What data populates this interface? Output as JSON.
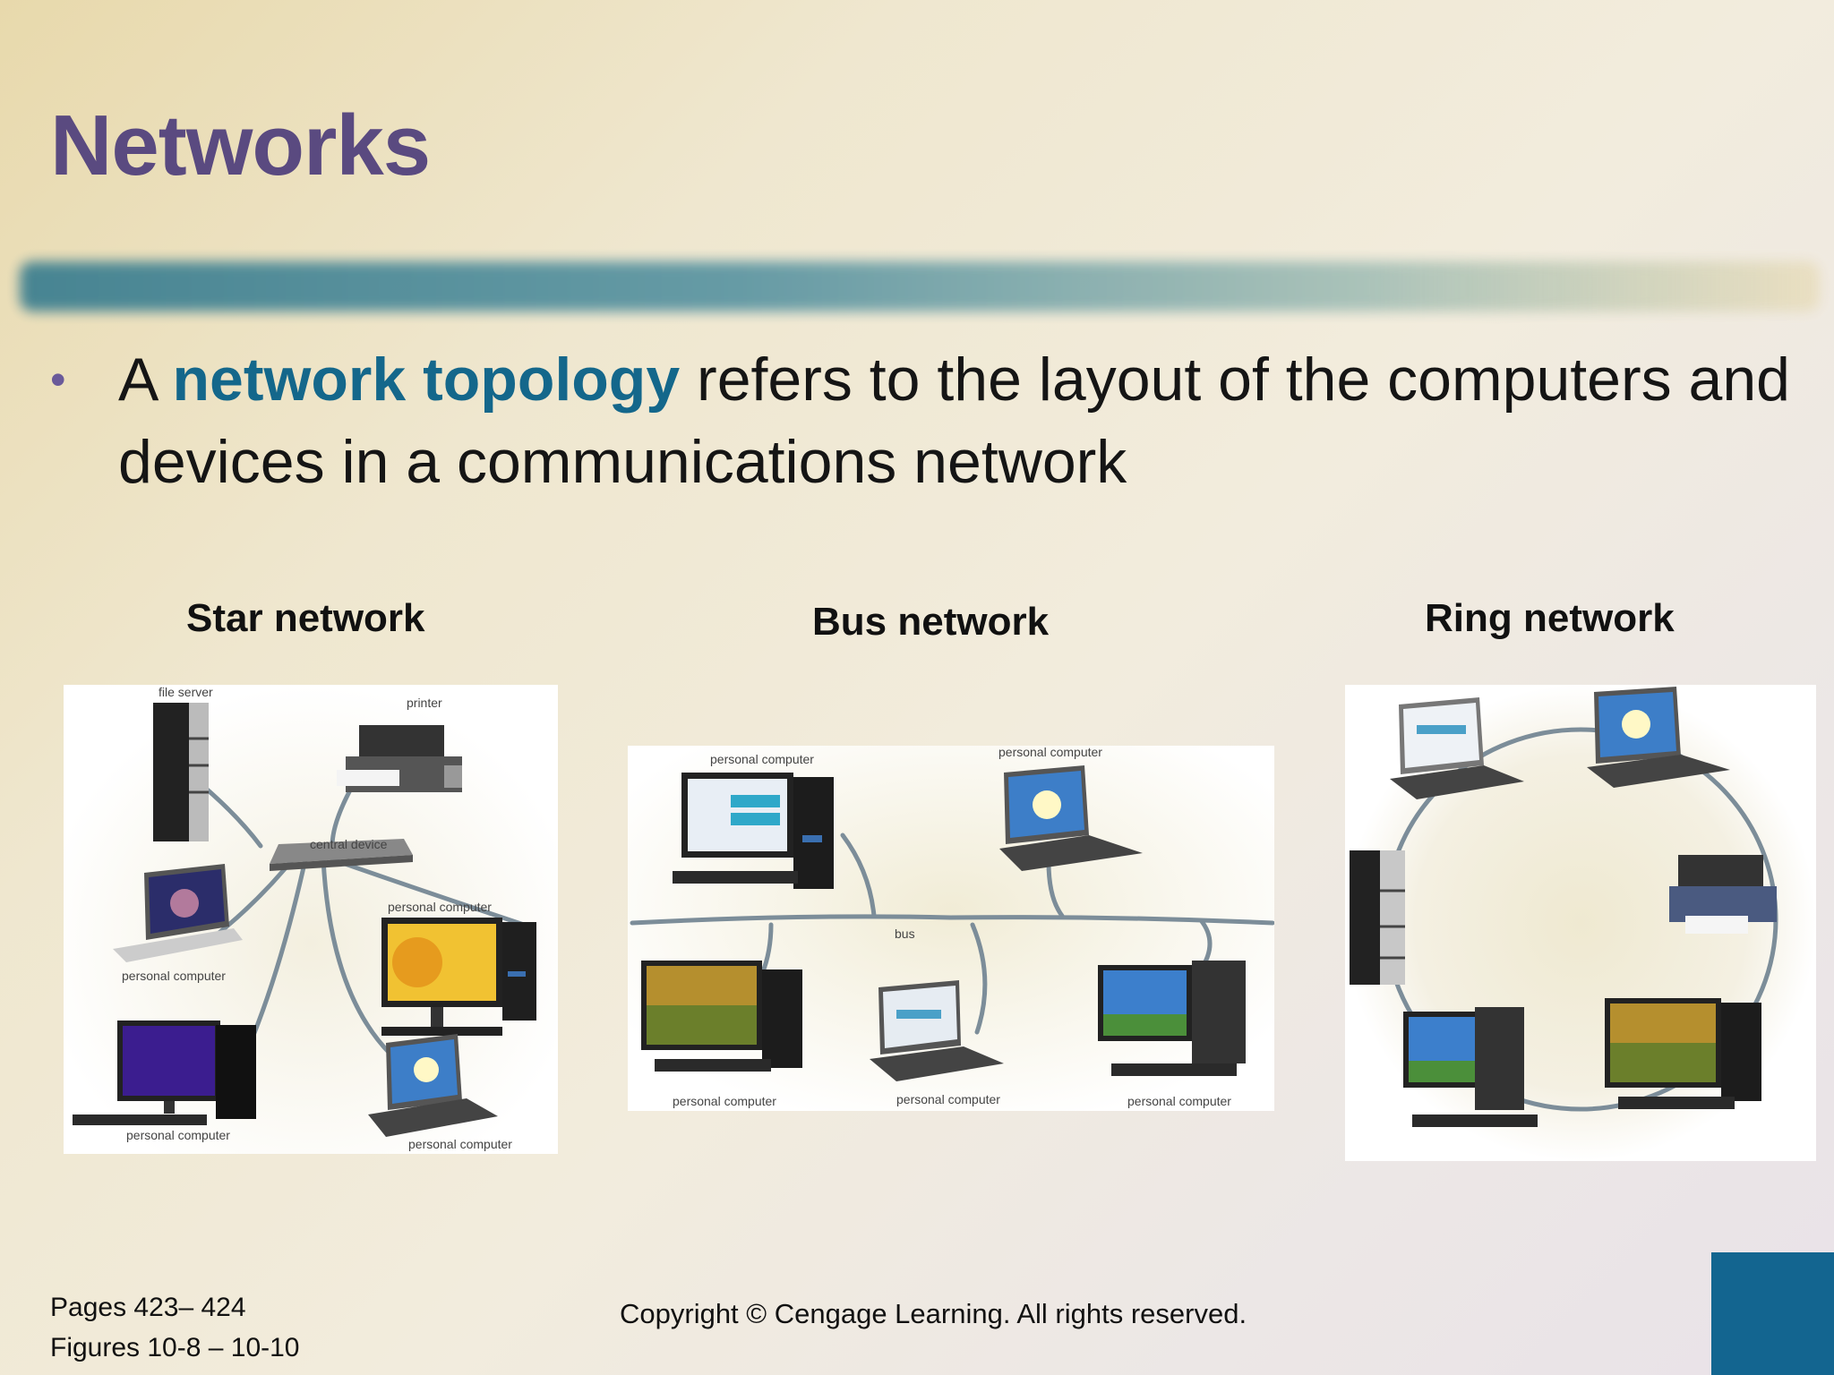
{
  "slide": {
    "title": "Networks",
    "bullet": {
      "prefix": "A ",
      "keyword": "network topology",
      "suffix": " refers to the layout of the computers and devices in a communications network"
    },
    "diagrams": {
      "star": {
        "heading": "Star network",
        "labels": {
          "file_server": "file server",
          "printer": "printer",
          "central": "central device",
          "pc_left": "personal computer",
          "pc_right": "personal computer",
          "pc_bottom_left": "personal computer",
          "pc_bottom_right": "personal computer"
        }
      },
      "bus": {
        "heading": "Bus network",
        "labels": {
          "pc_top_left": "personal computer",
          "pc_top_right": "personal computer",
          "bus": "bus",
          "pc_bottom_1": "personal computer",
          "pc_bottom_2": "personal computer",
          "pc_bottom_3": "personal computer"
        }
      },
      "ring": {
        "heading": "Ring network"
      }
    },
    "footer": {
      "pages": "Pages 423– 424",
      "figures": "Figures 10-8 – 10-10",
      "copyright": "Copyright © Cengage Learning. All rights reserved."
    },
    "colors": {
      "title": "#5a4a80",
      "keyword": "#14678b",
      "corner": "#136590"
    }
  }
}
